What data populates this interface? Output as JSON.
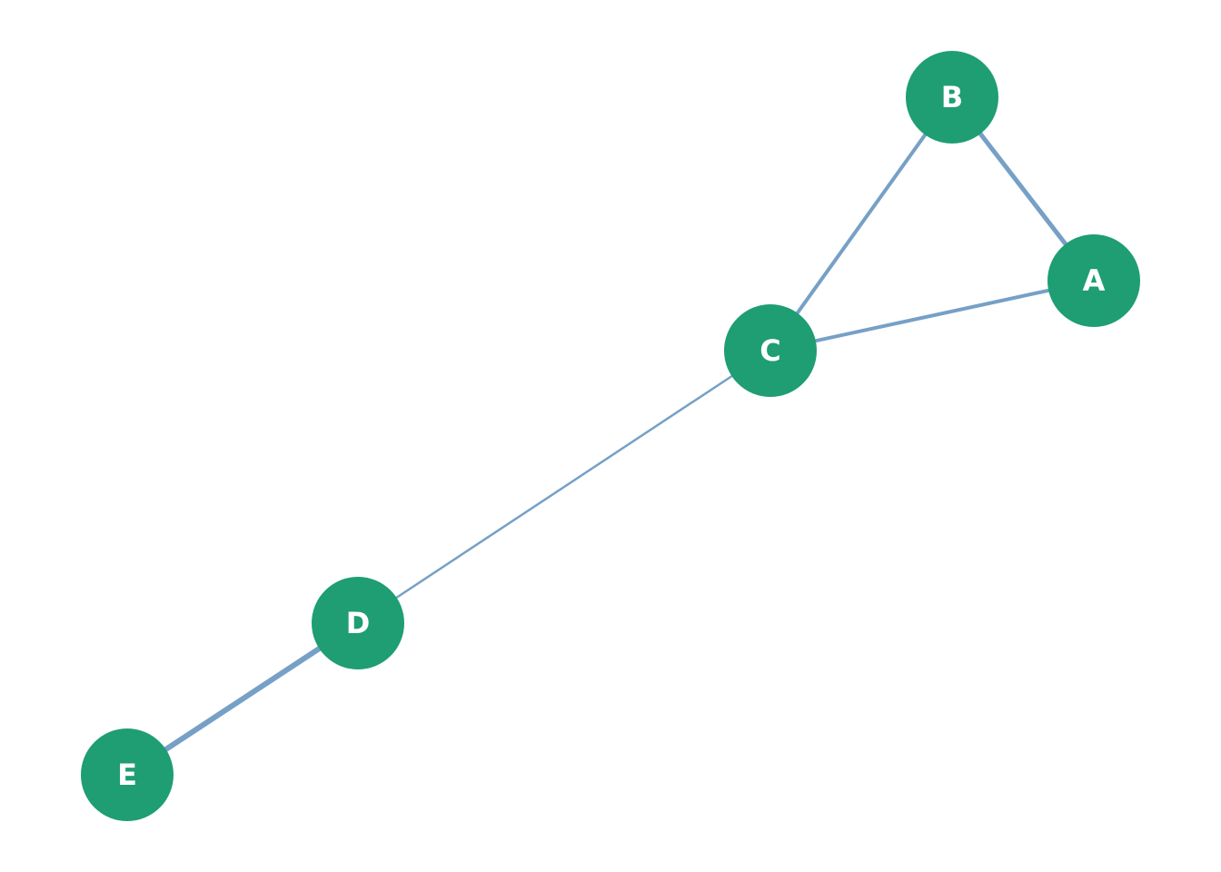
{
  "colors": {
    "background": "#ffffff",
    "node_fill": "#1e9e72",
    "edge_stroke": "#76a0c6",
    "label": "#ffffff"
  },
  "nodes": [
    {
      "id": "A",
      "label": "A"
    },
    {
      "id": "B",
      "label": "B"
    },
    {
      "id": "C",
      "label": "C"
    },
    {
      "id": "D",
      "label": "D"
    },
    {
      "id": "E",
      "label": "E"
    }
  ],
  "edges": [
    {
      "source": "A",
      "target": "B"
    },
    {
      "source": "B",
      "target": "C"
    },
    {
      "source": "A",
      "target": "C"
    },
    {
      "source": "C",
      "target": "D"
    },
    {
      "source": "D",
      "target": "E"
    }
  ]
}
